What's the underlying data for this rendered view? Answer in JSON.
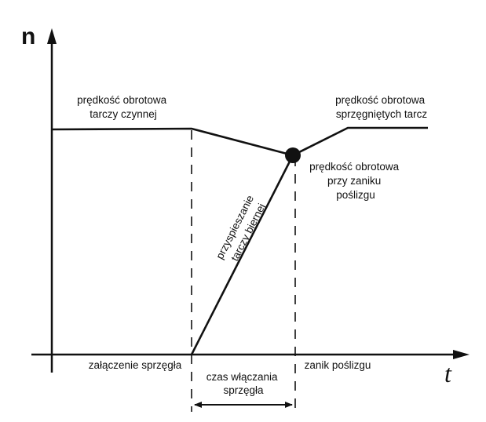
{
  "axes": {
    "y_label": "n",
    "x_label": "t"
  },
  "labels": {
    "driving_speed": [
      "prędkość obrotowa",
      "tarczy czynnej"
    ],
    "coupled_speed": [
      "prędkość obrotowa",
      "sprzęgniętych tarcz"
    ],
    "slip_end_speed": [
      "prędkość obrotowa",
      "przy zaniku",
      "poślizgu"
    ],
    "acceleration": [
      "przyspieszanie",
      "tarczy biernej"
    ],
    "engagement": "załączenie sprzęgła",
    "slip_end": "zanik poślizgu",
    "engage_time": [
      "czas włączania",
      "sprzęgła"
    ]
  },
  "colors": {
    "ink": "#111111",
    "background": "#ffffff"
  }
}
